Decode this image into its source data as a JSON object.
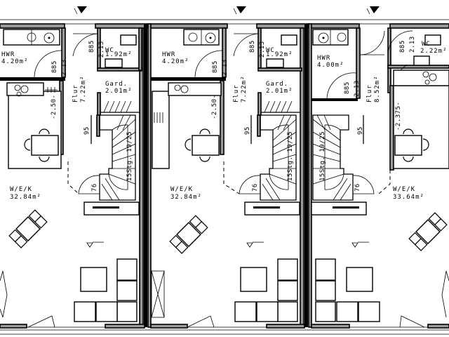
{
  "units": [
    {
      "id": "unit-1",
      "rooms": {
        "hwr": {
          "name": "HWR",
          "area": "4.20m²"
        },
        "wc": {
          "name": "WC",
          "area": "1.92m²"
        },
        "flur": {
          "name": "Flur",
          "area": "7.22m²"
        },
        "gard": {
          "name": "Gard.",
          "area": "2.01m²"
        },
        "wek": {
          "name": "W/E/K",
          "area": "32.84m²"
        }
      },
      "dimensions": {
        "door_hwr": "885",
        "height_hwr": "2.13",
        "door_wc": "885",
        "height_wc": "2.13",
        "kitchen_height": "-2.50-",
        "stair_width": "95",
        "stair_door": "76"
      },
      "stair_label": "15Stg. 19/25"
    },
    {
      "id": "unit-2",
      "rooms": {
        "hwr": {
          "name": "HWR",
          "area": "4.20m²"
        },
        "wc": {
          "name": "WC",
          "area": "1.92m²"
        },
        "flur": {
          "name": "Flur",
          "area": "7.22m²"
        },
        "gard": {
          "name": "Gard.",
          "area": "2.01m²"
        },
        "wek": {
          "name": "W/E/K",
          "area": "32.84m²"
        }
      },
      "dimensions": {
        "door_hwr": "885",
        "height_hwr": "2.13",
        "door_wc": "885",
        "height_wc": "2.13",
        "kitchen_height": "-2.50-",
        "stair_width": "95",
        "stair_door": "76"
      },
      "stair_label": "15Stg. 19/25"
    },
    {
      "id": "unit-3",
      "rooms": {
        "hwr": {
          "name": "HWR",
          "area": "4.00m²"
        },
        "wc": {
          "name": "WC",
          "area": "2.22m²"
        },
        "flur": {
          "name": "Flur",
          "area": "8.52m²"
        },
        "wek": {
          "name": "W/E/K",
          "area": "33.64m²"
        }
      },
      "dimensions": {
        "door_hwr": "885",
        "height_hwr": "2.13",
        "door_wc": "885",
        "height_wc": "2.13",
        "kitchen_height": "-2.375-",
        "stair_width": "95",
        "stair_door": "76"
      },
      "stair_label": "15Stg. 19/25"
    }
  ],
  "entrance_markers": [
    "entrance-arrow-1",
    "entrance-arrow-2",
    "entrance-arrow-3"
  ]
}
